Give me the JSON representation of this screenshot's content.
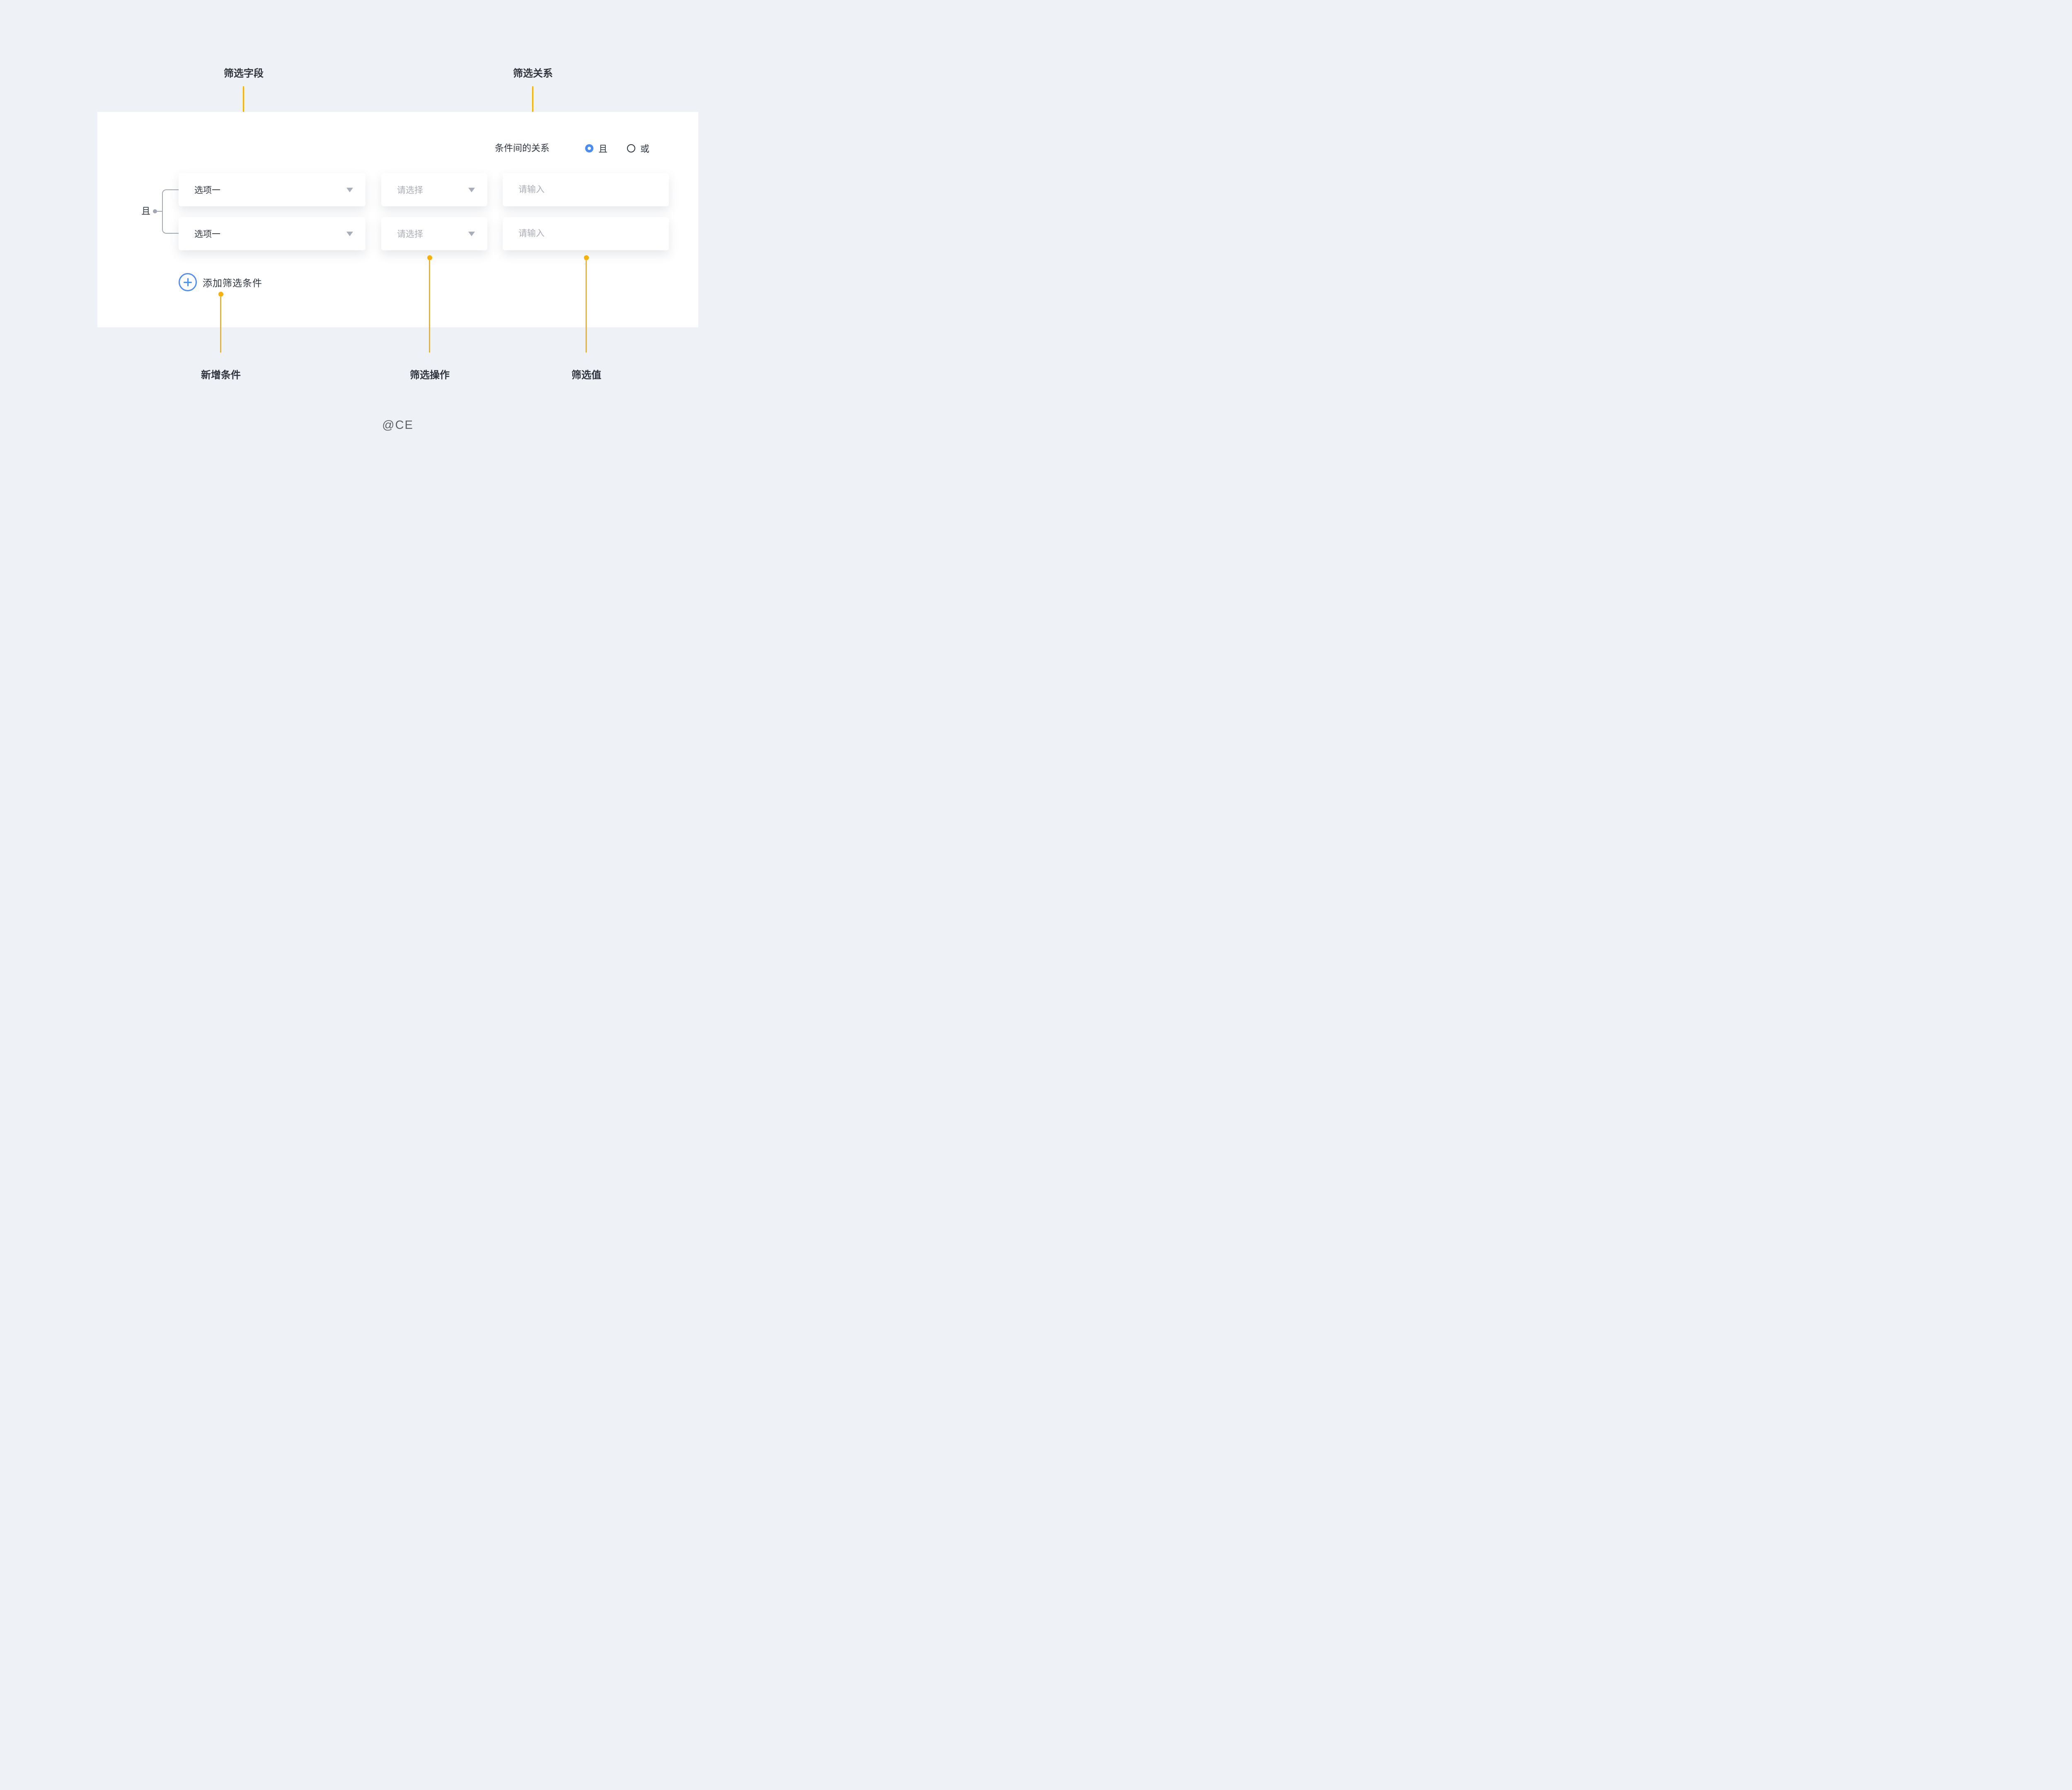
{
  "page": {
    "background": "#EEF1F5",
    "watermark": "@CE"
  },
  "colors": {
    "annotation_orange": "#F7B10A",
    "primary_blue": "#4A8CF7",
    "text_dark": "#2F3540",
    "placeholder_gray": "#ABAEB8",
    "connector_gray": "#A2A8B3",
    "panel_white": "#FFFFFF"
  },
  "annotations": {
    "top": [
      {
        "id": "filter-field",
        "label": "筛选字段"
      },
      {
        "id": "filter-relation",
        "label": "筛选关系"
      }
    ],
    "bottom": [
      {
        "id": "add-condition",
        "label": "新增条件"
      },
      {
        "id": "filter-operation",
        "label": "筛选操作"
      },
      {
        "id": "filter-value",
        "label": "筛选值"
      }
    ]
  },
  "panel": {
    "relation": {
      "label": "条件间的关系",
      "options": [
        {
          "label": "且",
          "selected": true
        },
        {
          "label": "或",
          "selected": false
        }
      ]
    },
    "group_operator": "且",
    "rows": [
      {
        "field": "选项一",
        "operator_placeholder": "请选择",
        "value_placeholder": "请输入"
      },
      {
        "field": "选项一",
        "operator_placeholder": "请选择",
        "value_placeholder": "请输入"
      }
    ],
    "add_button": {
      "label": "添加筛选条件",
      "icon": "plus-circle-icon"
    }
  }
}
